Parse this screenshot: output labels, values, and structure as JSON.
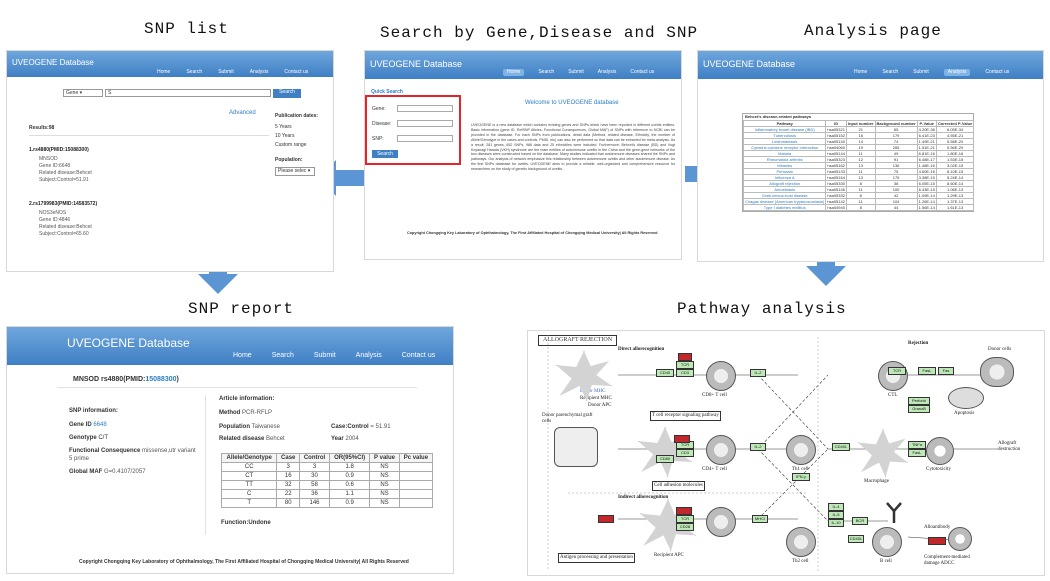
{
  "captions": {
    "snp_list": "SNP list",
    "search": "Search by Gene,Disease and SNP",
    "analysis": "Analysis page",
    "snp_report": "SNP report",
    "pathway": "Pathway analysis"
  },
  "brand": "UVEOGENE Database",
  "nav": [
    "Home",
    "Search",
    "Submit",
    "Analysis",
    "Contact us"
  ],
  "snp_list": {
    "select": "Gene",
    "query": "S",
    "search_btn": "Search",
    "advanced": "Advanced",
    "results": "Results:98",
    "items": [
      {
        "title": "1.rs4880(PMID:15088300)",
        "lines": [
          "MNSOD",
          "Gene ID:6648",
          "Related disease:Behcet",
          "Subject:Control=51.91"
        ]
      },
      {
        "title": "2.rs1799983(PMID:14583572)",
        "lines": [
          "NOS3eNOS",
          "Gene ID:4846",
          "Related disease:Behcet",
          "Subject:Control=65.60"
        ]
      }
    ],
    "pub_label": "Publication dates:",
    "pub_options": [
      "5 Years",
      "10 Years",
      "Custom range"
    ],
    "pop_label": "Population:",
    "pop_select": "Please selec"
  },
  "search_page": {
    "quick": "Quick Search",
    "fields": [
      "Gene:",
      "Disease:",
      "SNP:"
    ],
    "btn": "Search",
    "welcome": "Welcome to UVEOGENE database",
    "body": "UVEOGENE is a new database which contains existing genes and SNPs which have been reported in different uveitis entities. Basic information (gene ID, RefSNP Alleles, Functional Consequences, Global MAF) of SNPs with reference to NCBI can be provided in the database. For each SNPs from publications, detail data (Method, related disease, Ethnicity, the number of Allele/Genotype in the cases and controls, PMID, etc) can also be performed so that data can be extracted for meta-analysis. As a result, 281 genes, 652 SNPs, 986 data and 25 ethnicities were included. Furthermore, Behcet's disease (BD) and Vogt Koyanagi Harada (VKH) syndrome are the main entities of autoimmune uveitis in the China and the gene-gene networks of the two diseases were constructed based on the database. Many studies indicated that autoimmune diseases shared the SNPs and pathways. Our analysis of network emphasize this relationship between autoimmune uveitis and other autoimmune disease. As the first SNPs database for uveitis, UVEOGENE aims to provide a reliable, well-organized and comprehensive resource for researchers on the study of genetic background of uveitis.",
    "footer": "Copyright Chongqing Key Laboratory of Ophthalmology, The First Affiliated Hospital of Chongqing Medical University| All Rights Reserved"
  },
  "analysis_page": {
    "table_title": "Behcet's disease-related pathways",
    "headers": [
      "Pathway",
      "ID",
      "Input number",
      "Background number",
      "P-Value",
      "Corrected P-Value"
    ],
    "rows": [
      [
        "Inflammatory bowel disease (IBD)",
        "hsa05321",
        "21",
        "65",
        "4.20E-36",
        "6.05E-34"
      ],
      [
        "Tuberculosis",
        "hsa05152",
        "16",
        "179",
        "6.41E-23",
        "4.55E-21"
      ],
      [
        "Leishmaniasis",
        "hsa05140",
        "14",
        "74",
        "1.49E-21",
        "5.58E-20"
      ],
      [
        "Cytokine-cytokine receptor interaction",
        "hsa04060",
        "19",
        "265",
        "1.51E-21",
        "5.56E-20"
      ],
      [
        "Malaria",
        "hsa05144",
        "11",
        "49",
        "6.81E-16",
        "1.80E-16"
      ],
      [
        "Rheumatoid arthritis",
        "hsa05323",
        "12",
        "91",
        "6.48E-17",
        "1.53E-15"
      ],
      [
        "Measles",
        "hsa05162",
        "13",
        "136",
        "1.48E-16",
        "3.02E-15"
      ],
      [
        "Pertussis",
        "hsa05133",
        "11",
        "75",
        "4.60E-16",
        "8.10E-15"
      ],
      [
        "Influenza A",
        "hsa05164",
        "13",
        "175",
        "3.38E-15",
        "5.24E-14"
      ],
      [
        "Allograft rejection",
        "hsa05330",
        "8",
        "38",
        "6.05E-15",
        "8.60E-14"
      ],
      [
        "Amoebiasis",
        "hsa05146",
        "11",
        "100",
        "6.43E-15",
        "1.06E-13"
      ],
      [
        "Graft-versus-host disease",
        "hsa05332",
        "8",
        "42",
        "1.09E-14",
        "1.29E-13"
      ],
      [
        "Chagas disease (American trypanosomiasis)",
        "hsa05142",
        "11",
        "104",
        "1.26E-14",
        "1.37E-13"
      ],
      [
        "Type I diabetes mellitus",
        "hsa04940",
        "8",
        "44",
        "1.56E-14",
        "1.61E-13"
      ]
    ]
  },
  "snp_report": {
    "title": "MNSOD rs4880(PMID:",
    "pmid": "15088300",
    "close_paren": ")",
    "snp_info": "SNP information:",
    "gene_id_label": "Gene ID",
    "gene_id": "6648",
    "genotype_label": "Genotype",
    "genotype": "C/T",
    "func_label": "Functional Consequence",
    "func": "missense,utr variant 5 prime",
    "maf_label": "Global MAF",
    "maf": "G=0.4107/2057",
    "article_info": "Article information:",
    "method_label": "Method",
    "method": "PCR-RFLP",
    "population_label": "Population",
    "population": "Taiwanese",
    "case_label": "Case:Control",
    "case": "= 51.91",
    "disease_label": "Related disease",
    "disease": "Behcet",
    "year_label": "Year",
    "year": "2004",
    "headers": [
      "Allele/Genotype",
      "Case",
      "Control",
      "OR(95%CI)",
      "P value",
      "Pc value"
    ],
    "rows": [
      [
        "CC",
        "3",
        "3",
        "1.8",
        "NS",
        ""
      ],
      [
        "CT",
        "16",
        "30",
        "0.9",
        "NS",
        ""
      ],
      [
        "TT",
        "32",
        "58",
        "0.6",
        "NS",
        ""
      ],
      [
        "C",
        "22",
        "36",
        "1.1",
        "NS",
        ""
      ],
      [
        "T",
        "80",
        "146",
        "0.9",
        "NS",
        ""
      ]
    ],
    "function": "Function:Undone",
    "footer": "Copyright Chongqing Key Laboratory of Ophthalmology, The First Affiliated Hospital of Chongqing Medical University| All Rights Reserved"
  },
  "pathway": {
    "title": "ALLOGRAFT REJECTION",
    "labels": {
      "direct": "Direct allorecognition",
      "indirect": "Indirect allorecognition",
      "rejection": "Rejection",
      "legend1": "Donor MHC",
      "legend2": "Recipient MHC",
      "donor_apc": "Donor APC",
      "recip_apc": "Recipient APC",
      "cd8": "CD8+ T cell",
      "cd4": "CD4+ T cell",
      "th1": "Th1 cell",
      "th2": "Th2 cell",
      "b": "B cell",
      "ctl": "CTL",
      "apoptosis": "Apoptosis",
      "macrophage": "Macrophage",
      "cytotox": "Cytotoxicity",
      "allograft": "Allograft destruction",
      "donor_cells": "Donor cells",
      "donor_parench": "Donor parenchymal graft cells",
      "antigen": "Antigen processing and presentation",
      "tcell_sig": "T cell receptor signaling pathway",
      "adhesion": "Cell adhesion molecules",
      "alloantibody": "Alloantibody",
      "complement": "Complement-mediated damage ADCC"
    },
    "genes": [
      "TCR",
      "CD3",
      "MHCI",
      "MHCII",
      "CD40",
      "CD80",
      "CD28",
      "IL-2",
      "IFN-γ",
      "TNFα",
      "FasL",
      "Fas",
      "Perforin",
      "GranzB",
      "CD40L",
      "IL-4",
      "IL-5",
      "IL-10",
      "IL-12",
      "TNF",
      "BCR"
    ]
  }
}
